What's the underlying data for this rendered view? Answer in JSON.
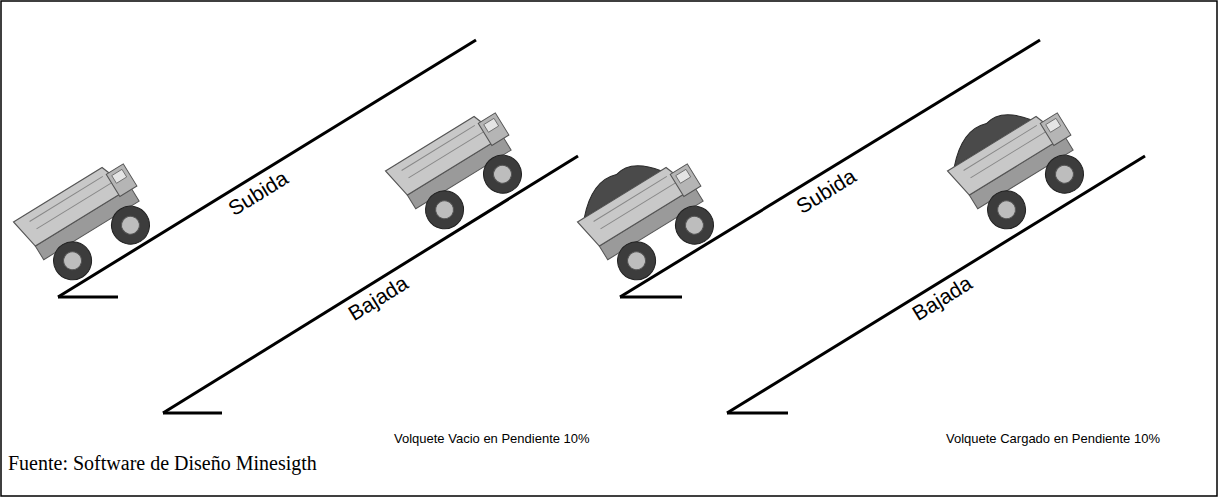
{
  "diagram": {
    "labels": [
      "Subida",
      "Bajada",
      "Volquete Vacio en Pendiente 10%",
      "Subida",
      "Bajada",
      "Volquete Cargado en Pendiente 10%",
      "Fuente: Software de Diseño Minesigth"
    ]
  }
}
